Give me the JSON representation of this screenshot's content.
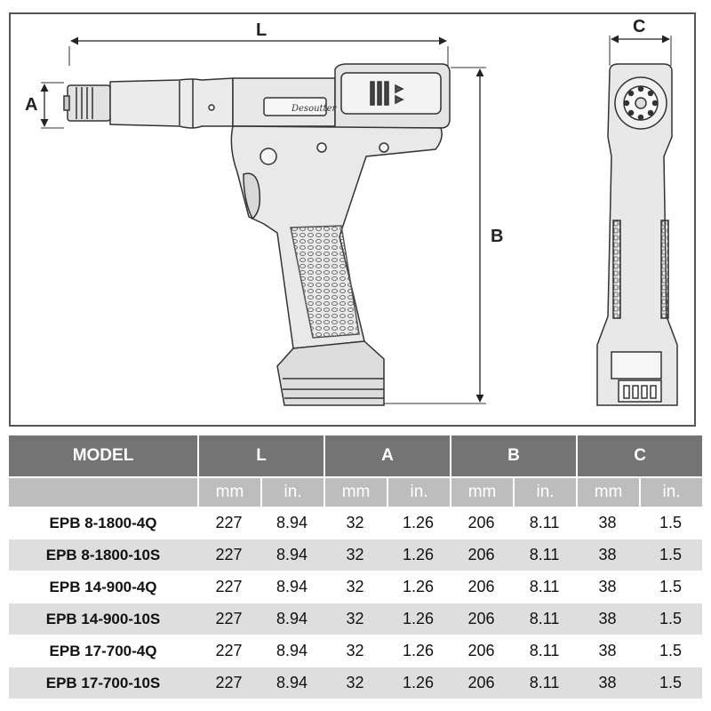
{
  "drawing": {
    "dim_labels": {
      "L": "L",
      "A": "A",
      "B": "B",
      "C": "C"
    },
    "brand_mark": "Desoutter"
  },
  "table": {
    "header": {
      "model": "MODEL",
      "groups": [
        "L",
        "A",
        "B",
        "C"
      ],
      "units": [
        "mm",
        "in.",
        "mm",
        "in.",
        "mm",
        "in.",
        "mm",
        "in."
      ]
    },
    "rows": [
      {
        "model": "EPB 8-1800-4Q",
        "values": [
          "227",
          "8.94",
          "32",
          "1.26",
          "206",
          "8.11",
          "38",
          "1.5"
        ]
      },
      {
        "model": "EPB 8-1800-10S",
        "values": [
          "227",
          "8.94",
          "32",
          "1.26",
          "206",
          "8.11",
          "38",
          "1.5"
        ]
      },
      {
        "model": "EPB 14-900-4Q",
        "values": [
          "227",
          "8.94",
          "32",
          "1.26",
          "206",
          "8.11",
          "38",
          "1.5"
        ]
      },
      {
        "model": "EPB 14-900-10S",
        "values": [
          "227",
          "8.94",
          "32",
          "1.26",
          "206",
          "8.11",
          "38",
          "1.5"
        ]
      },
      {
        "model": "EPB 17-700-4Q",
        "values": [
          "227",
          "8.94",
          "32",
          "1.26",
          "206",
          "8.11",
          "38",
          "1.5"
        ]
      },
      {
        "model": "EPB 17-700-10S",
        "values": [
          "227",
          "8.94",
          "32",
          "1.26",
          "206",
          "8.11",
          "38",
          "1.5"
        ]
      }
    ]
  }
}
